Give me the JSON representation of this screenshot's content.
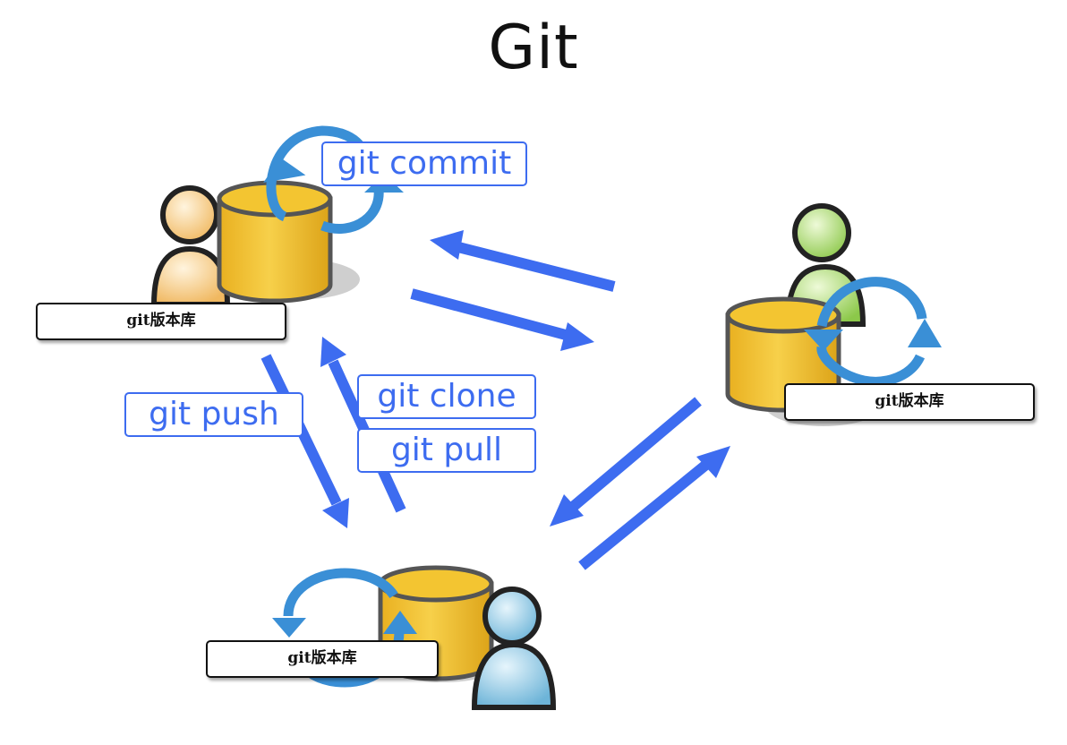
{
  "title": "Git",
  "repos": [
    {
      "label": "git版本库",
      "person_color": "#f0b860"
    },
    {
      "label": "git版本库",
      "person_color": "#8cc84a"
    },
    {
      "label": "git版本库",
      "person_color": "#6db4d8"
    }
  ],
  "commands": {
    "commit": "git commit",
    "push": "git push",
    "clone": "git clone",
    "pull": "git pull"
  },
  "colors": {
    "arrow": "#3d6cf0",
    "cycle": "#3a8fd6",
    "cylinder": "#f2c230",
    "outline": "#444444"
  }
}
